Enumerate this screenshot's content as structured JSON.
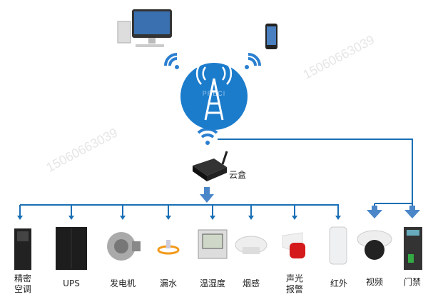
{
  "watermark": "15060663039",
  "hub": {
    "label": "云盒",
    "tower_text": "PRECI"
  },
  "devices": [
    {
      "label": "精密\n空调",
      "icon": "precision-ac-icon"
    },
    {
      "label": "UPS",
      "icon": "ups-icon"
    },
    {
      "label": "发电机",
      "icon": "generator-icon"
    },
    {
      "label": "漏水",
      "icon": "water-leak-sensor-icon"
    },
    {
      "label": "温湿度",
      "icon": "temperature-humidity-icon"
    },
    {
      "label": "烟感",
      "icon": "smoke-detector-icon"
    },
    {
      "label": "声光\n报警",
      "icon": "siren-alarm-icon"
    },
    {
      "label": "红外",
      "icon": "infrared-sensor-icon"
    },
    {
      "label": "视频",
      "icon": "camera-icon"
    },
    {
      "label": "门禁",
      "icon": "access-control-icon"
    }
  ],
  "colors": {
    "line": "#1a6fb5",
    "arrow": "#4a86c8",
    "tower": "#1c7ccc"
  }
}
